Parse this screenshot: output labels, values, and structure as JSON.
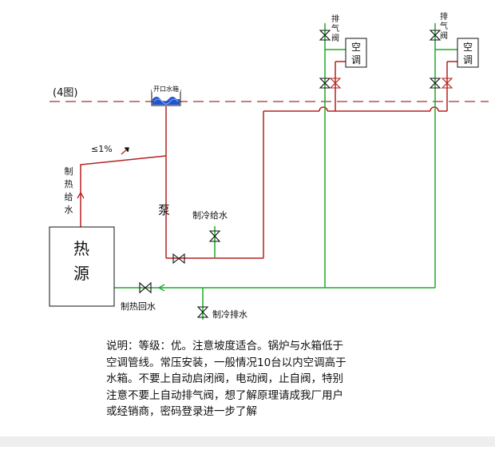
{
  "diagram": {
    "figure_label": "(4图)",
    "tank_label": "开口水箱",
    "slope_label": "≤1%",
    "heat_supply_label": [
      "制",
      "热",
      "给",
      "水"
    ],
    "pump_label": "泵",
    "heat_source_label": [
      "热",
      "源"
    ],
    "cold_supply_label": "制冷给水",
    "heat_return_label": "制热回水",
    "cold_drain_label": "制冷排水",
    "vent_valve_label": [
      "排",
      "气",
      "阀"
    ],
    "ac_unit_label": [
      "空",
      "调"
    ]
  },
  "note_lines": [
    "说明：等级：优。注意坡度适合。锅炉与水箱低于",
    "空调管线。常压安装，一般情况10台以内空调高于",
    "水箱。不要上自动启闭阀，电动阀，止自阀，特别",
    "注意不要上自动排气阀，想了解原理请成我厂用户",
    "或经销商，密码登录进一步了解"
  ],
  "colors": {
    "supply_pipe": "#b52020",
    "return_pipe": "#1faa2a",
    "valve": "#111111",
    "dashed_level_line": "#a83030",
    "text": "#111111"
  }
}
